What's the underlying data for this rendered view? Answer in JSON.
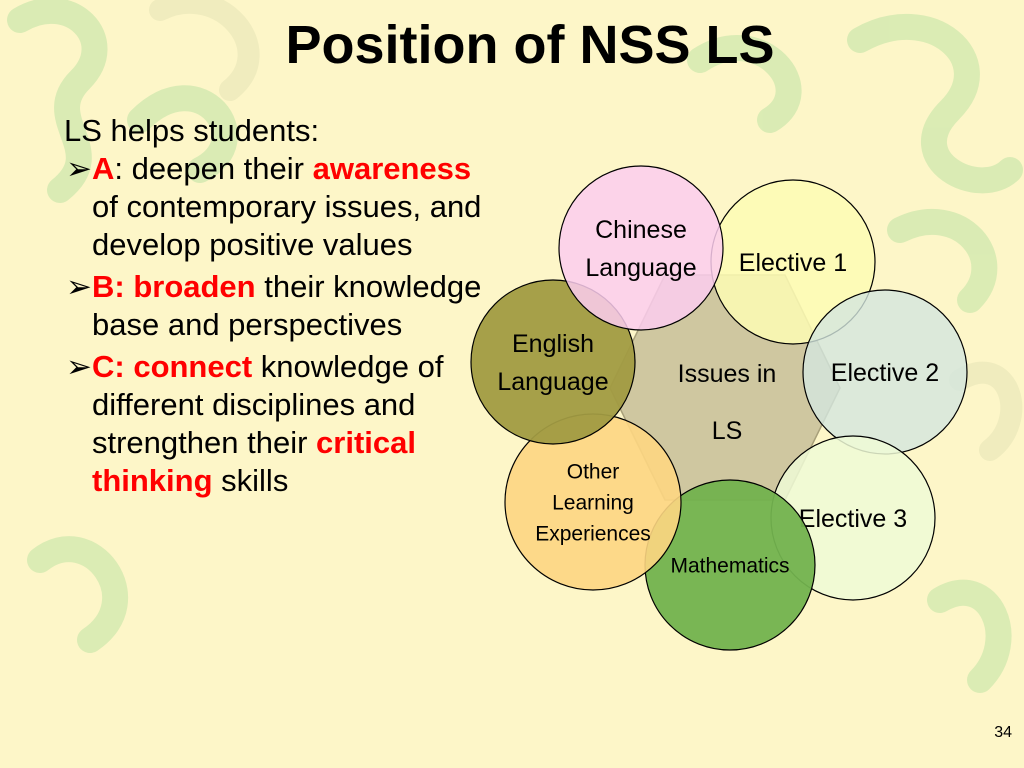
{
  "slide": {
    "title": "Position of NSS LS",
    "intro": "LS helps students:",
    "bullets": [
      {
        "key": "A",
        "text1": ": deepen their ",
        "emph": "awareness",
        "text2": " of contemporary issues, and develop positive values"
      },
      {
        "key": "B: broaden",
        "text1": " their knowledge base and perspectives"
      },
      {
        "key": "C: connect",
        "text1": " knowledge of different disciplines and strengthen their ",
        "emph": "critical thinking",
        "text2": " skills"
      }
    ],
    "page_number": "34"
  },
  "diagram": {
    "center": {
      "lines": [
        "Issues in",
        "LS"
      ],
      "color": "#cfc7a0"
    },
    "circles": [
      {
        "id": "elective-1",
        "lines": [
          "Elective 1"
        ],
        "color": "#fdfcb4"
      },
      {
        "id": "elective-2",
        "lines": [
          "Elective 2"
        ],
        "color": "#d3e6de"
      },
      {
        "id": "elective-3",
        "lines": [
          "Elective 3"
        ],
        "color": "#eefad6"
      },
      {
        "id": "mathematics",
        "lines": [
          "Mathematics"
        ],
        "color": "#72b24e"
      },
      {
        "id": "other-learning-experiences",
        "lines": [
          "Other",
          "Learning",
          "Experiences"
        ],
        "color": "#fdd682"
      },
      {
        "id": "english-language",
        "lines": [
          "English",
          "Language"
        ],
        "color": "#a19b42"
      },
      {
        "id": "chinese-language",
        "lines": [
          "Chinese",
          "Language"
        ],
        "color": "#fbcdee"
      }
    ]
  }
}
